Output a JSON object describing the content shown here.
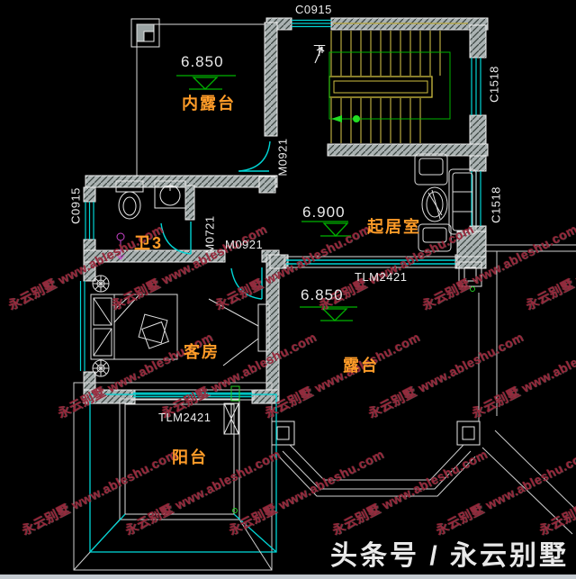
{
  "plan": {
    "rooms": {
      "inner_terrace": "内露台",
      "living": "起居室",
      "bath3": "卫3",
      "guest": "客房",
      "terrace": "露台",
      "balcony": "阳台"
    },
    "elevations": {
      "inner_terrace": "6.850",
      "living": "6.900",
      "terrace": "6.850"
    },
    "openings": {
      "window_top": "C0915",
      "window_left": "C0915",
      "window_stair_right": "C1518",
      "window_living_right": "C1518",
      "door_hall": "M0921",
      "door_bedroom": "M0921",
      "door_bath": "M0721",
      "slider_living": "TLM2421",
      "slider_balcony": "TLM2421"
    },
    "stair_down": "下"
  },
  "watermark": {
    "text": "永云别墅 www.ableshu.com"
  },
  "footer": {
    "brand": "头条号 / 永云别墅"
  },
  "colors": {
    "line_cyan": "#00d4d4",
    "stair_yellow": "#b9a93f",
    "marker_green": "#00b400",
    "room_orange": "#ff9c28",
    "watermark_red": "#98263a",
    "wall_gray": "#b2baba"
  }
}
